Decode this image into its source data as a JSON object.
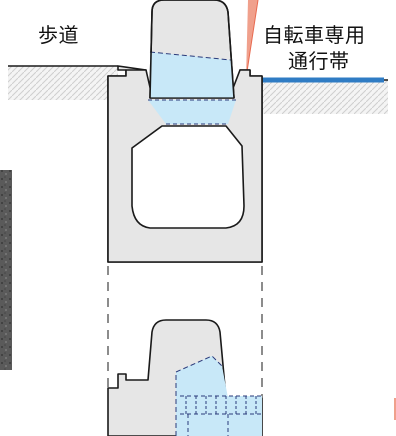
{
  "labels": {
    "sidewalk": "歩道",
    "bike_lane_line1": "自転車専用",
    "bike_lane_line2": "通行帯"
  },
  "colors": {
    "block_fill": "#e6e6e6",
    "block_stroke": "#1a1a1a",
    "blue_fill": "#c8e8f8",
    "bike_lane_line": "#2f7cc4",
    "ground_hatch": "#c8c8c8",
    "red_marker": "#f0a08c",
    "asphalt_dark": "#3a3a3a"
  },
  "icons": [
    "red-wedge-marker"
  ]
}
